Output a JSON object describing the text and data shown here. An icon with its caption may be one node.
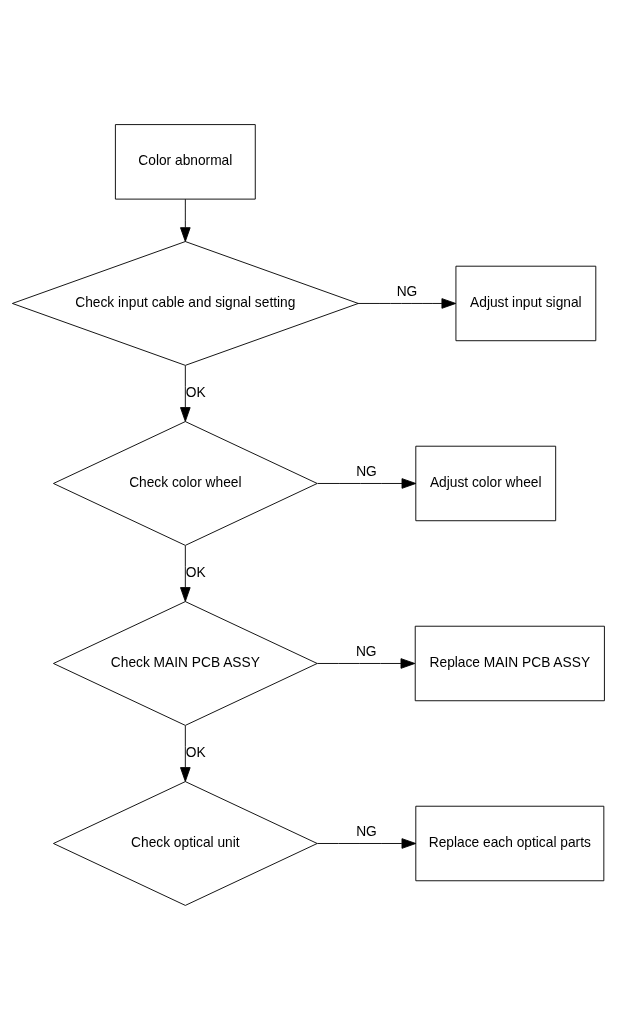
{
  "diagram": {
    "nodes": [
      {
        "text": [
          "Color abnormal"
        ]
      },
      {
        "text": [
          "Check input cable and signal setting"
        ]
      },
      {
        "text": [
          "Adjust input signal"
        ]
      },
      {
        "text": [
          "Check color wheel"
        ]
      },
      {
        "text": [
          "Adjust color wheel"
        ]
      },
      {
        "text": [
          "Check MAIN PCB ASSY"
        ]
      },
      {
        "text": [
          "Replace MAIN PCB ASSY"
        ]
      },
      {
        "text": [
          "Check optical unit"
        ]
      },
      {
        "text": [
          "Replace each optical parts"
        ]
      }
    ],
    "edges": [
      {
        "from": 0,
        "to": 1,
        "arrow": "to"
      },
      {
        "from": 1,
        "to": 2,
        "arrow": "to",
        "label": "NG"
      },
      {
        "from": 1,
        "to": 3,
        "arrow": "to",
        "label": "OK"
      },
      {
        "from": 3,
        "to": 4,
        "arrow": "to",
        "label": "NG"
      },
      {
        "from": 3,
        "to": 5,
        "arrow": "to",
        "label": "OK"
      },
      {
        "from": 5,
        "to": 6,
        "arrow": "to",
        "label": "NG"
      },
      {
        "from": 5,
        "to": 7,
        "arrow": "to",
        "label": "OK"
      },
      {
        "from": 7,
        "to": 8,
        "arrow": "to",
        "label": "NG"
      }
    ]
  }
}
